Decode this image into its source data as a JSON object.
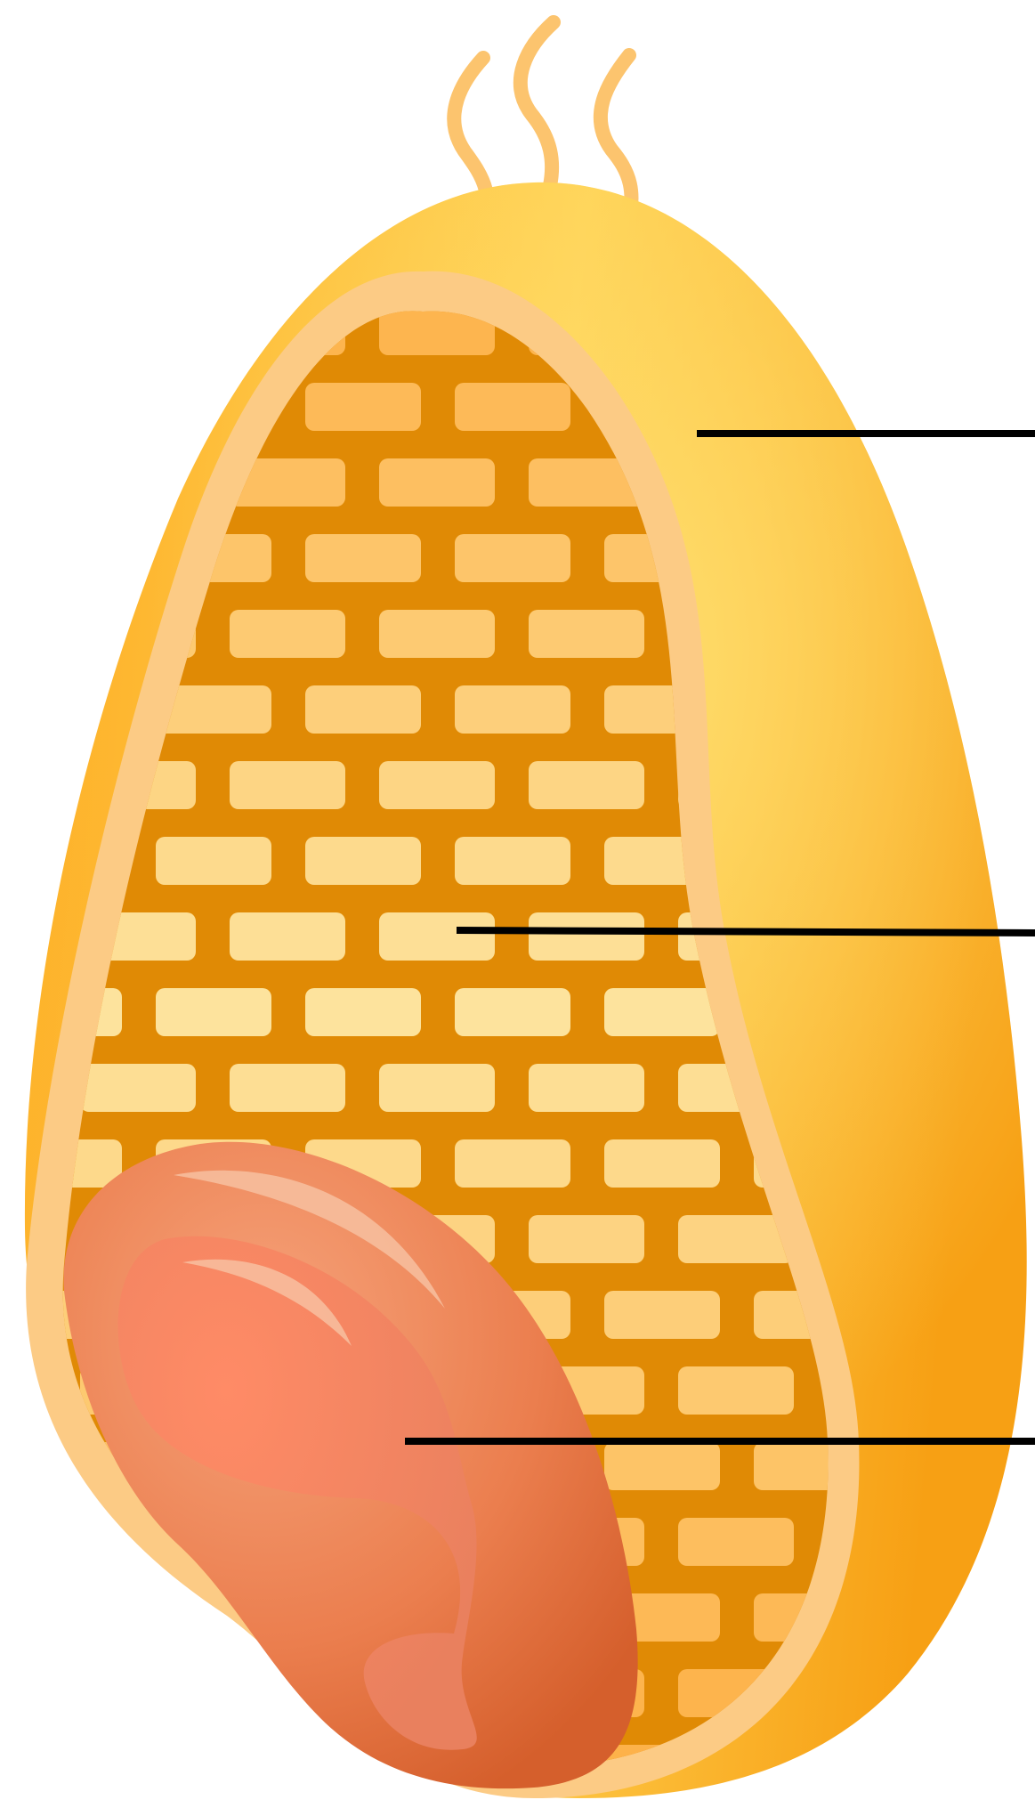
{
  "diagram": {
    "subject": "wheat-grain-longitudinal-section",
    "labels": [
      {
        "id": "outer-coat-pointer",
        "text": ""
      },
      {
        "id": "endosperm-pointer",
        "text": ""
      },
      {
        "id": "embryo-pointer",
        "text": ""
      }
    ]
  },
  "colors": {
    "coat_light": "#FFD45A",
    "coat_mid": "#FDBA3A",
    "coat_dark": "#F59A10",
    "rim": "#FCCB85",
    "endosperm_bg": "#E08A05",
    "cell_light": "#FDE49E",
    "cell_dark": "#FDB24A",
    "embryo_light": "#FF8A66",
    "embryo_mid": "#EF8457",
    "embryo_dark": "#D6622E",
    "hair": "#FCC46E",
    "leader_line": "#000000"
  }
}
